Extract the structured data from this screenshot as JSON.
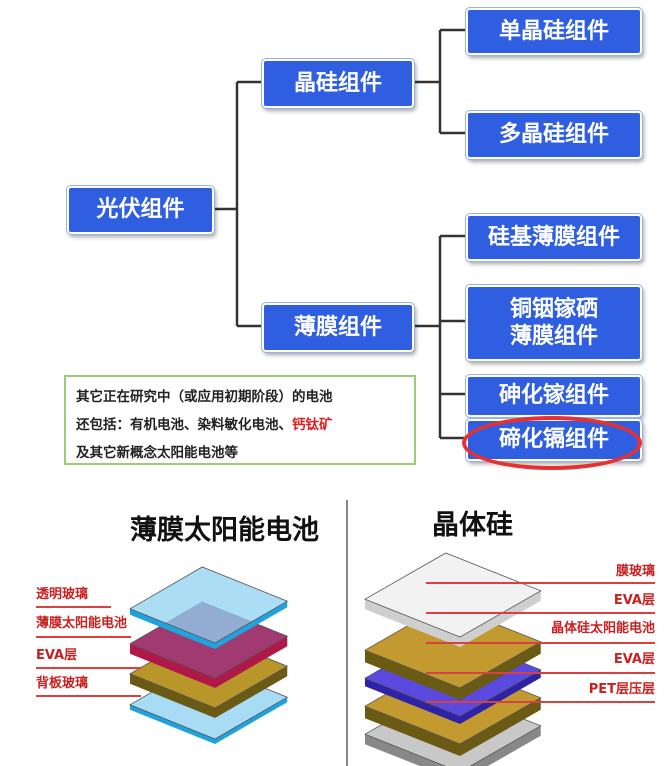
{
  "tree": {
    "root": "光伏组件",
    "crystalline": "晶硅组件",
    "thin_film": "薄膜组件",
    "mono": "单晶硅组件",
    "poly": "多晶硅组件",
    "si_thin": "硅基薄膜组件",
    "cigs_line1": "铜铟镓硒",
    "cigs_line2": "薄膜组件",
    "gaas": "砷化镓组件",
    "cdte": "碲化镉组件"
  },
  "note": {
    "line1": "其它正在研究中（或应用初期阶段）的电池",
    "line2": "还包括：有机电池、染料敏化电池、",
    "highlight": "钙钛矿",
    "line3": "及其它新概念太阳能电池等"
  },
  "thin_film_panel": {
    "title": "薄膜太阳能电池",
    "layers": [
      "透明玻璃",
      "薄膜太阳能电池",
      "EVA层",
      "背板玻璃"
    ]
  },
  "crystal_panel": {
    "title": "晶体硅",
    "layers": [
      "膜玻璃",
      "EVA层",
      "晶体硅太阳能电池",
      "EVA层",
      "PET层压层"
    ]
  },
  "colors": {
    "box": "#2f5fe0",
    "highlight": "#e8302f",
    "label": "#cc1f1f"
  }
}
